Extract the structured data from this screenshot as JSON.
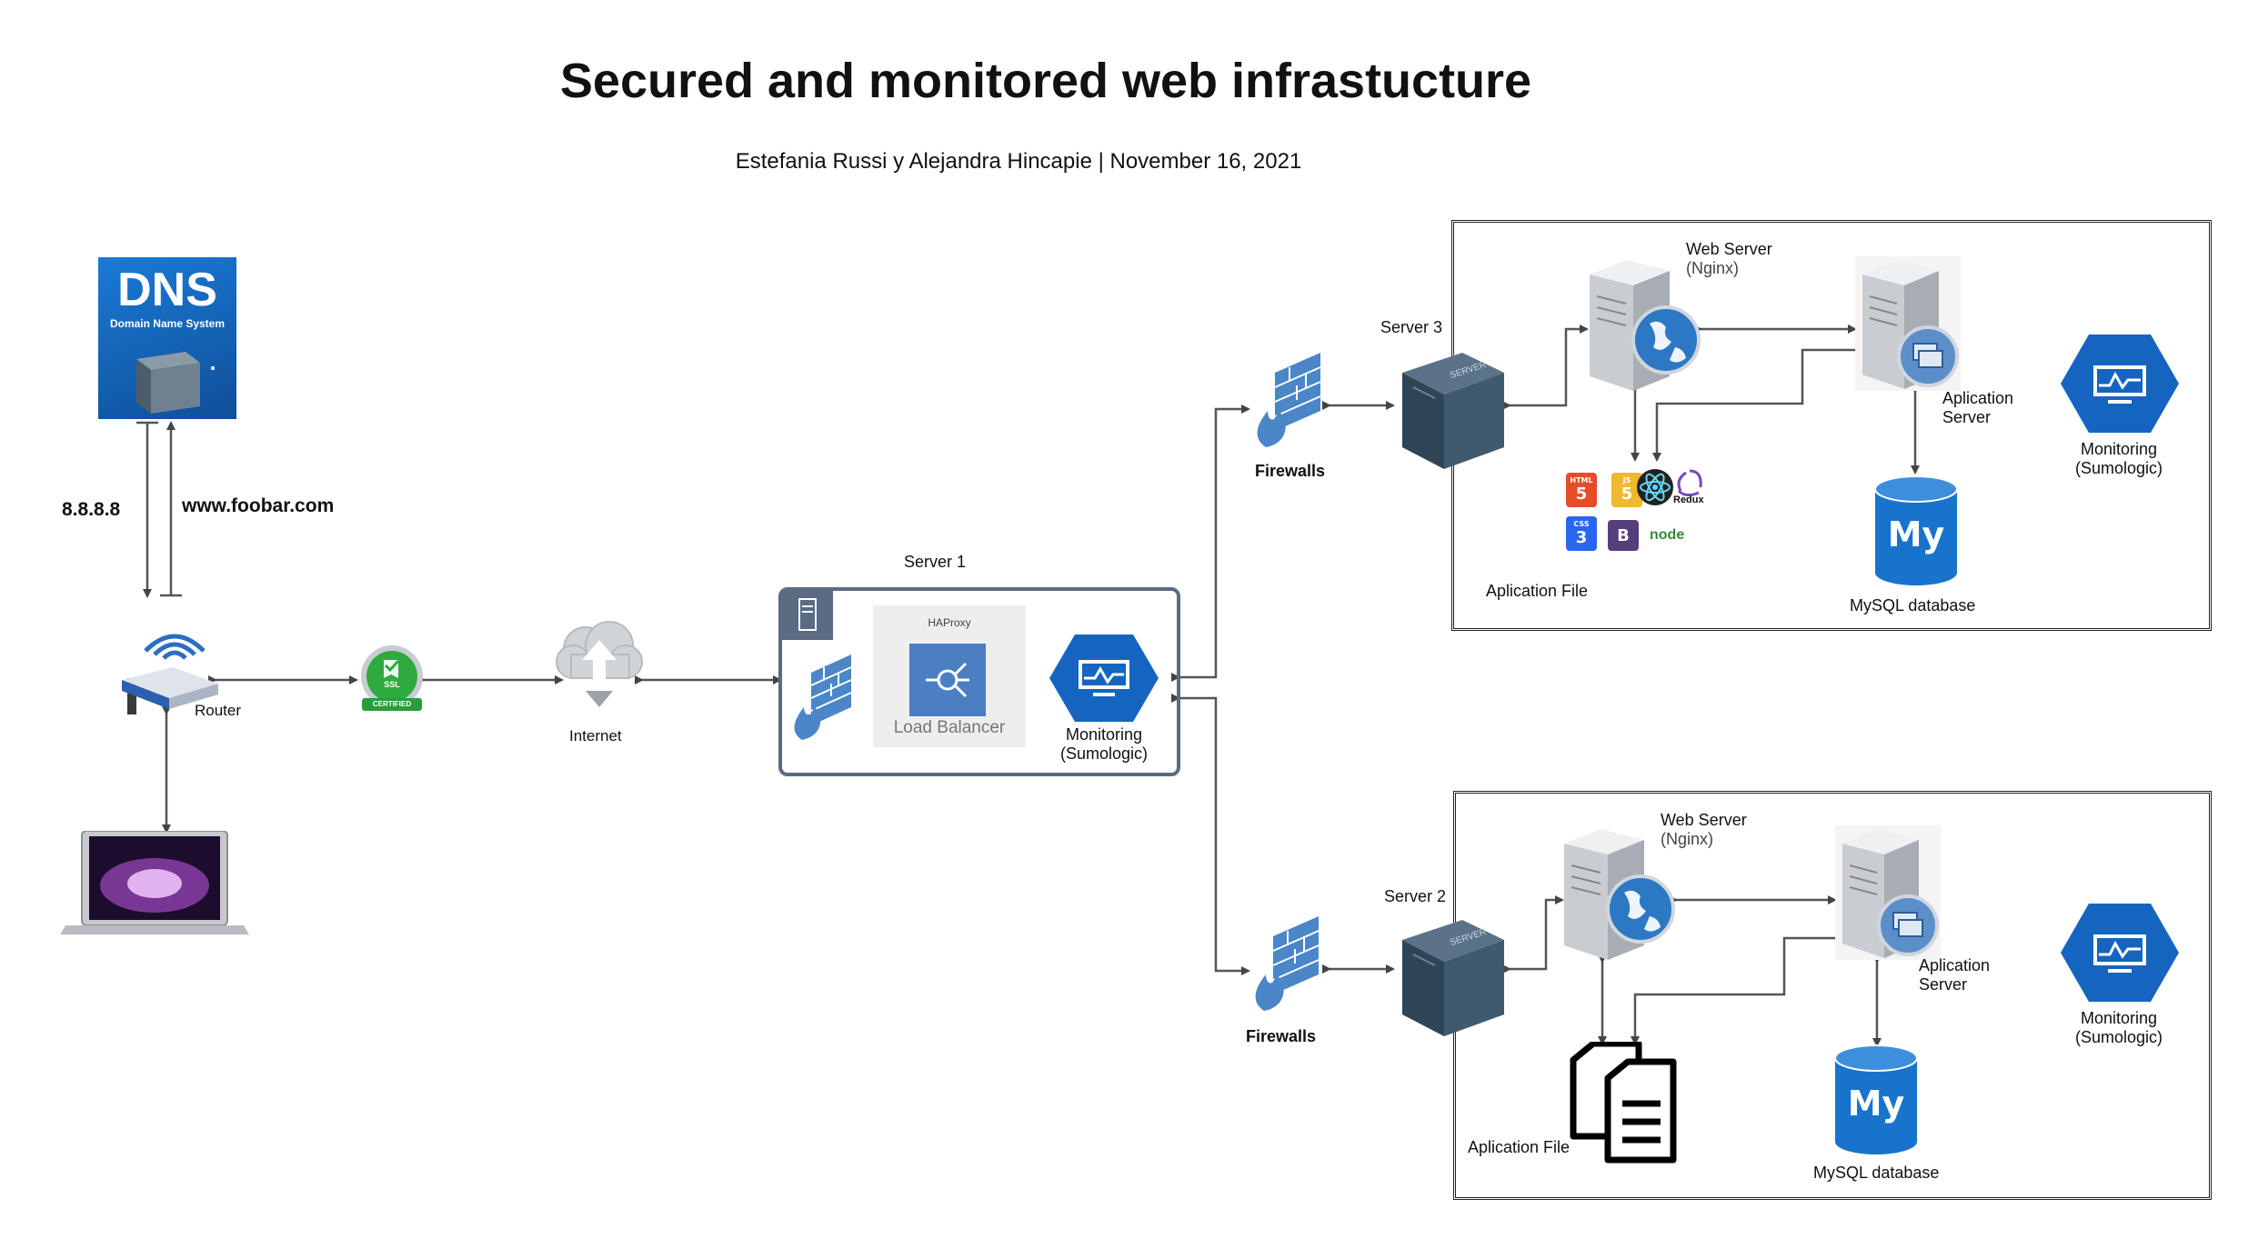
{
  "title": "Secured and monitored web infrastucture",
  "subtitle": "Estefania Russi y Alejandra Hincapie  |  November 16, 2021",
  "dns": {
    "big": "DNS",
    "small": "Domain Name System",
    "ip": "8.8.8.8",
    "domain": "www.foobar.com"
  },
  "router": {
    "label": "Router"
  },
  "ssl": {
    "label1": "SSL",
    "label2": "CERTIFIED"
  },
  "internet": {
    "label": "Internet"
  },
  "server1": {
    "label": "Server 1",
    "haproxy": "HAProxy",
    "lb": "Load Balancer",
    "monitoring": "Monitoring",
    "monitoring_sub": "(Sumologic)"
  },
  "top_cluster": {
    "firewalls": "Firewalls",
    "server": "Server 3",
    "server_box_text": "SERVER",
    "web_server": "Web Server",
    "web_server_sub": "(Nginx)",
    "app_server": "Aplication",
    "app_server_sub": "Server",
    "monitoring": "Monitoring",
    "monitoring_sub": "(Sumologic)",
    "app_file": "Aplication File",
    "mysql": "MySQL database",
    "mysql_logo": "My"
  },
  "bottom_cluster": {
    "firewalls": "Firewalls",
    "server": "Server 2",
    "server_box_text": "SERVER",
    "web_server": "Web Server",
    "web_server_sub": "(Nginx)",
    "app_server": "Aplication",
    "app_server_sub": "Server",
    "monitoring": "Monitoring",
    "monitoring_sub": "(Sumologic)",
    "app_file": "Aplication File",
    "mysql": "MySQL database",
    "mysql_logo": "My"
  },
  "tech_logos": {
    "html": "5",
    "html_cap": "HTML",
    "js": "5",
    "js_cap": "JS",
    "css": "3",
    "css_cap": "CSS",
    "bootstrap": "B",
    "redux": "Redux",
    "node": "node"
  },
  "colors": {
    "accent_blue": "#1565c0",
    "firewall_blue": "#4a86c8",
    "server_dark": "#3d5568",
    "lb_blue": "#4a7fc1",
    "dns_blue": "#1e6fc8"
  }
}
